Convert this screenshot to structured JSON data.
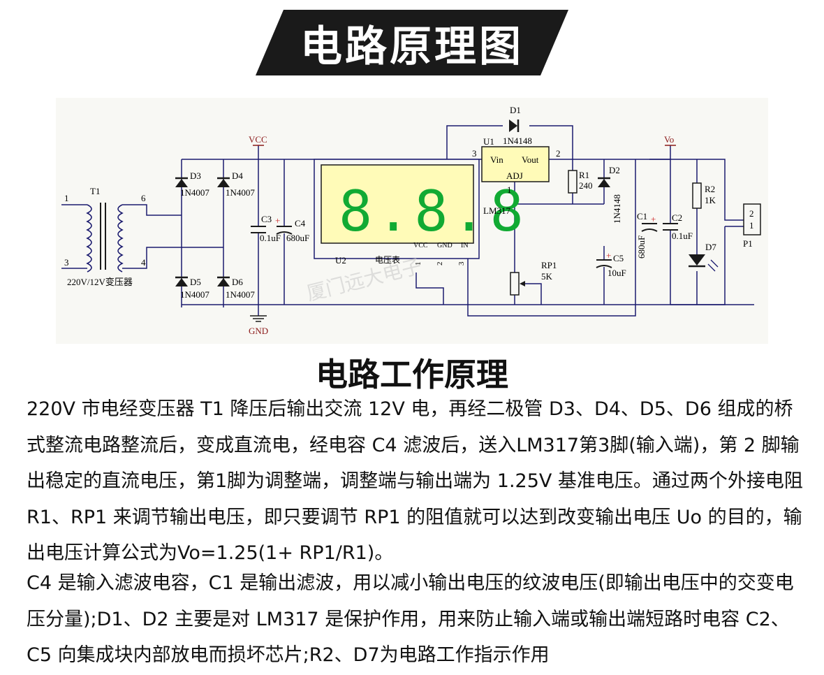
{
  "header": {
    "title": "电路原理图"
  },
  "schematic": {
    "transformer": {
      "ref": "T1",
      "caption": "220V/12V变压器",
      "pin1": "1",
      "pin3": "3",
      "pin6": "6",
      "pin4": "4"
    },
    "diodes": [
      {
        "ref": "D3",
        "part": "1N4007"
      },
      {
        "ref": "D4",
        "part": "1N4007"
      },
      {
        "ref": "D5",
        "part": "1N4007"
      },
      {
        "ref": "D6",
        "part": "1N4007"
      },
      {
        "ref": "D1",
        "part": "1N4148"
      },
      {
        "ref": "D2",
        "part": "1N4148"
      }
    ],
    "vcc_label": "VCC",
    "gnd_label": "GND",
    "vo_label": "Vo",
    "c3": {
      "ref": "C3",
      "value": "0.1uF"
    },
    "c4": {
      "ref": "C4",
      "value": "680uF"
    },
    "c1": {
      "ref": "C1",
      "value": "680uF"
    },
    "c2": {
      "ref": "C2",
      "value": "0.1uF"
    },
    "c5": {
      "ref": "C5",
      "value": "10uF"
    },
    "plus": "+",
    "meter": {
      "ref": "U2",
      "display": "8.8.8",
      "name": "电压表",
      "pin_vcc": "VCC",
      "pin_gnd": "GND",
      "pin_in": "IN",
      "pin1": "1",
      "pin2": "2",
      "pin3": "3"
    },
    "regulator": {
      "ref": "U1",
      "vin": "Vin",
      "vout": "Vout",
      "adj": "ADJ",
      "part": "LM317",
      "pin3": "3",
      "pin2": "2",
      "pin1": "1"
    },
    "r1": {
      "ref": "R1",
      "value": "240"
    },
    "r2": {
      "ref": "R2",
      "value": "1K"
    },
    "rp1": {
      "ref": "RP1",
      "value": "5K"
    },
    "d7": {
      "ref": "D7"
    },
    "p1": {
      "ref": "P1",
      "pin2": "2",
      "pin1": "1"
    },
    "watermark": "厦门远大电子"
  },
  "section": {
    "title": "电路工作原理"
  },
  "body": {
    "p1": "220V 市电经变压器 T1 降压后输出交流 12V 电，再经二极管 D3、D4、D5、D6 组成的桥式整流电路整流后，变成直流电，经电容 C4 滤波后，送入LM317第3脚(输入端)，第 2 脚输出稳定的直流电压，第1脚为调整端，调整端与输出端为 1.25V 基准电压。通过两个外接电阻 R1、RP1 来调节输出电压，即只要调节 RP1 的阻值就可以达到改变输出电压 Uo 的目的，输出电压计算公式为Vo=1.25(1+ RP1/R1)。",
    "p2": "C4 是输入滤波电容，C1 是输出滤波，用以减小输出电压的纹波电压(即输出电压中的交变电压分量);D1、D2 主要是对 LM317 是保护作用，用来防止输入端或输出端短路时电容 C2、C5 向集成块内部放电而损坏芯片;R2、D7为电路工作指示作用"
  },
  "colors": {
    "banner": "#1a1a1a",
    "schematic_bg": "#f8f8f4",
    "wire": "#1a1a6e",
    "component": "#1a1a1a",
    "label_red": "#8b1a1a",
    "meter_bg": "#fffbb8",
    "digit": "#11aa33",
    "plus": "#cc2222"
  }
}
